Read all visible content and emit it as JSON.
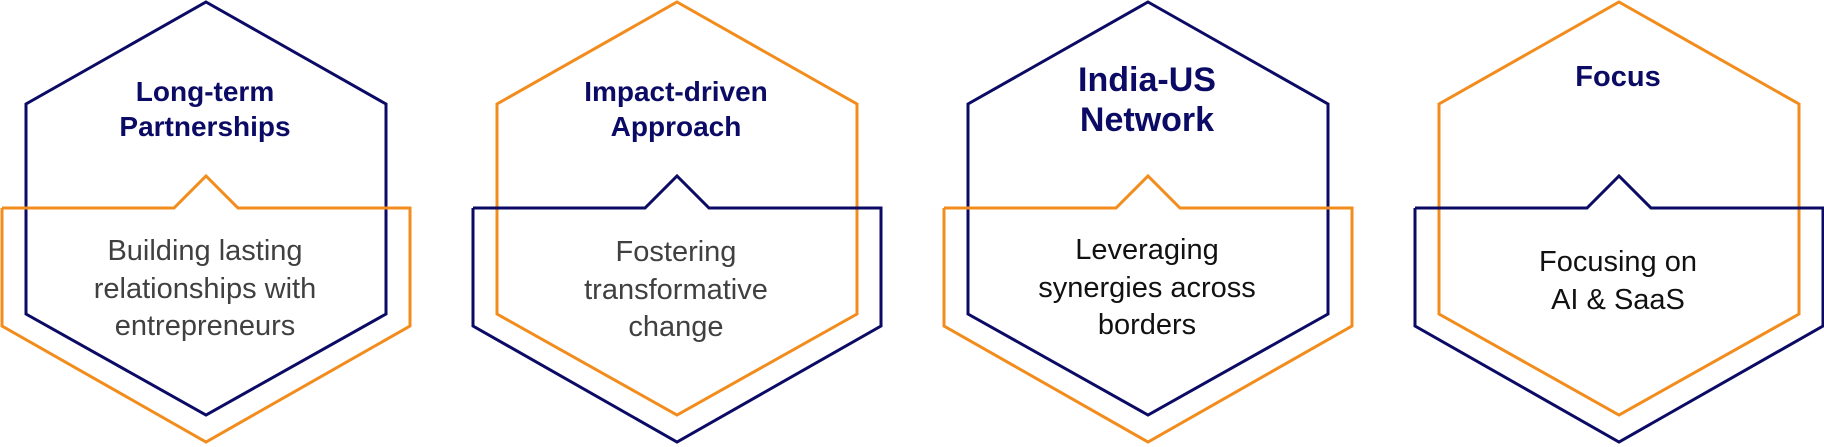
{
  "colors": {
    "navy": "#0b0b66",
    "orange": "#f28c1c",
    "description_gray": "#404040",
    "description_dark": "#111111"
  },
  "cards": [
    {
      "title": "Long-term\nPartnerships",
      "description": "Building lasting\nrelationships with\nentrepreneurs",
      "hexagon_color": "navy",
      "base_color": "orange"
    },
    {
      "title": "Impact-driven\nApproach",
      "description": "Fostering\ntransformative\nchange",
      "hexagon_color": "orange",
      "base_color": "navy"
    },
    {
      "title": "India-US\nNetwork",
      "description": "Leveraging\nsynergies across\nborders",
      "hexagon_color": "navy",
      "base_color": "orange"
    },
    {
      "title": "Focus",
      "description": "Focusing on\nAI & SaaS",
      "hexagon_color": "orange",
      "base_color": "navy"
    }
  ]
}
